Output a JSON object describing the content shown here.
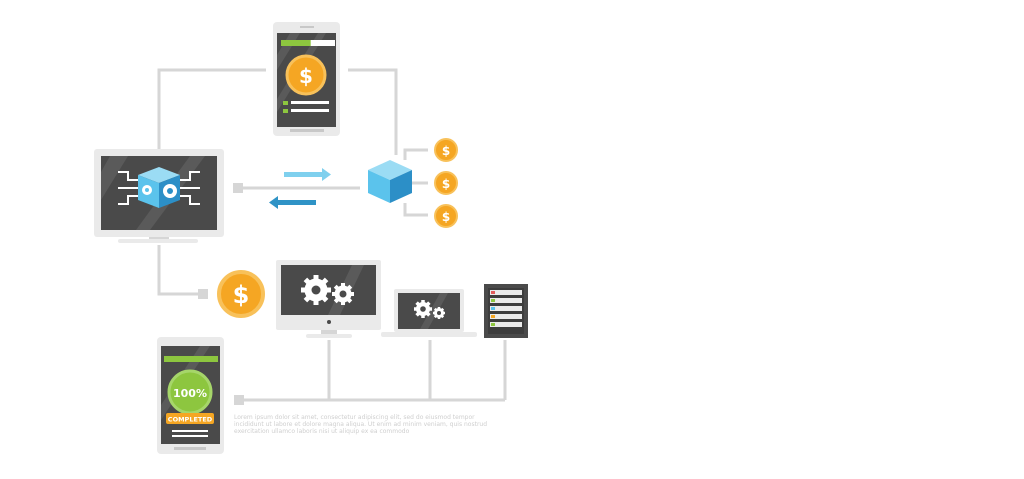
{
  "colors": {
    "connector": "#d6d6d6",
    "device_frame": "#eaeaea",
    "screen": "#4a4a4a",
    "screen_stripe": "#5a5a5a",
    "coin": "#f5a623",
    "coin_rim": "#f8c15a",
    "cube_light": "#5bc3ec",
    "cube_dark": "#2c8fc7",
    "arrow_light": "#7fd0ee",
    "arrow_dark": "#2f93c6",
    "progress_green": "#8dc63f",
    "badge_orange": "#f5a623"
  },
  "icons": {
    "coin": "dollar-coin-icon",
    "gear": "gear-icon",
    "cube": "blockchain-cube-icon",
    "arrow_right": "arrow-right-icon",
    "arrow_left": "arrow-left-icon",
    "server": "server-rack-icon"
  },
  "coin_symbol": "$",
  "bottom_phone": {
    "progress_text": "100%",
    "status_badge": "COMPLETED"
  },
  "top_phone": {
    "progress_fraction": 0.55
  },
  "caption": {
    "line1": "Lorem ipsum dolor sit amet, consectetur adipiscing elit, sed do eiusmod tempor",
    "line2": "incididunt ut labore et dolore magna aliqua. Ut enim ad minim veniam, quis nostrud",
    "line3": "exercitation ullamco laboris nisi ut aliquip ex ea commodo"
  }
}
